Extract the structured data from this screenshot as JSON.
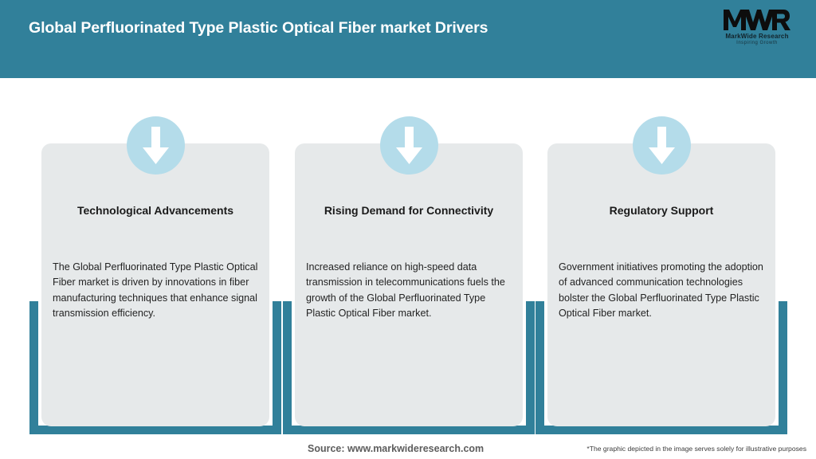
{
  "header": {
    "title": "Global Perfluorinated Type Plastic Optical Fiber market Drivers",
    "background_color": "#31809a",
    "title_color": "#ffffff",
    "logo": {
      "mark": "MWR",
      "name": "MarkWide Research",
      "tagline": "Inspiring Growth"
    }
  },
  "cards": [
    {
      "icon": "down-arrow-icon",
      "heading": "Technological Advancements",
      "body": "The Global Perfluorinated Type Plastic Optical Fiber market is driven by innovations in fiber manufacturing techniques that enhance signal transmission efficiency."
    },
    {
      "icon": "down-arrow-icon",
      "heading": "Rising Demand for Connectivity",
      "body": "Increased reliance on high-speed data transmission in telecommunications fuels the growth of the Global Perfluorinated Type Plastic Optical Fiber market."
    },
    {
      "icon": "down-arrow-icon",
      "heading": "Regulatory Support",
      "body": "Government initiatives promoting the adoption of advanced communication technologies bolster the Global Perfluorinated Type Plastic Optical Fiber market."
    }
  ],
  "footer": {
    "source": "Source: www.markwideresearch.com",
    "disclaimer": "*The graphic depicted in the image serves solely for illustrative purposes"
  },
  "theme": {
    "teal": "#31809a",
    "card_gray": "#e6e9ea",
    "badge_blue": "#b4dcea",
    "arrow_white": "#ffffff"
  }
}
